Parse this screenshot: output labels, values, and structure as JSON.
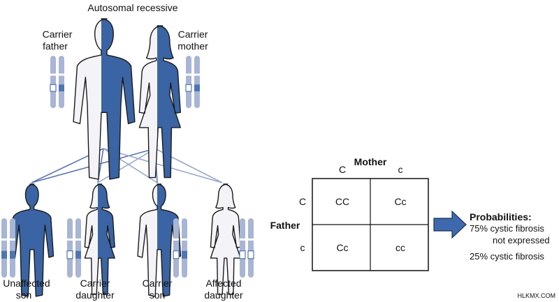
{
  "colors": {
    "affected_blue": "#3a64a3",
    "chromosome_light": "#a9b5d4",
    "chromosome_band": "#4f74b1",
    "unaffected_fill": "#f3f3f8",
    "outline": "#1a1a1a",
    "line_dark": "#5873b3",
    "line_light": "#98a6cf",
    "arrow_blue": "#3f69ad"
  },
  "title": "Autosomal recessive",
  "parents": {
    "father": {
      "label_line1": "Carrier",
      "label_line2": "father",
      "status": "carrier",
      "silhouette": "man-silhouette"
    },
    "mother": {
      "label_line1": "Carrier",
      "label_line2": "mother",
      "status": "carrier",
      "silhouette": "woman-silhouette"
    }
  },
  "children": [
    {
      "label_line1": "Unaffected",
      "label_line2": "son",
      "status": "homozygous-dominant",
      "silhouette": "boy-silhouette"
    },
    {
      "label_line1": "Carrier",
      "label_line2": "daughter",
      "status": "carrier",
      "silhouette": "girl-silhouette"
    },
    {
      "label_line1": "Carrier",
      "label_line2": "son",
      "status": "carrier",
      "silhouette": "boy-silhouette"
    },
    {
      "label_line1": "Affected",
      "label_line2": "daughter",
      "status": "homozygous-recessive",
      "silhouette": "girl-silhouette"
    }
  ],
  "punnett": {
    "mother_label": "Mother",
    "father_label": "Father",
    "mother_alleles": [
      "C",
      "c"
    ],
    "father_alleles": [
      "C",
      "c"
    ],
    "cells": [
      [
        "CC",
        "Cc"
      ],
      [
        "Cc",
        "cc"
      ]
    ]
  },
  "probabilities": {
    "heading": "Probabilities:",
    "line1": "75% cystic fibrosis",
    "line2": "not expressed",
    "line3": "25% cystic fibrosis"
  },
  "watermark": "HLKMX.COM"
}
